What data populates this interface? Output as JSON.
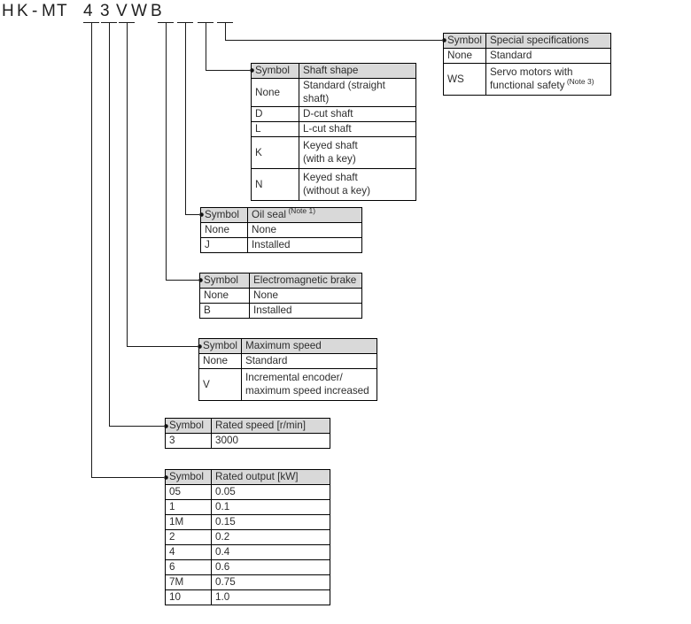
{
  "model_code": {
    "text": "HK-MT43VWB",
    "chars": [
      "H",
      "K",
      "-",
      "M",
      "T",
      "4",
      "3",
      "V",
      "W",
      "B"
    ]
  },
  "tables": {
    "special_specifications": {
      "header": [
        "Symbol",
        "Special specifications"
      ],
      "rows": [
        [
          "None",
          "Standard"
        ],
        [
          "WS",
          {
            "text": "Servo motors with\nfunctional safety",
            "note": "(Note 3)"
          }
        ]
      ]
    },
    "shaft_shape": {
      "header": [
        "Symbol",
        "Shaft shape"
      ],
      "rows": [
        [
          "None",
          "Standard (straight shaft)"
        ],
        [
          "D",
          "D-cut shaft"
        ],
        [
          "L",
          "L-cut shaft"
        ],
        [
          "K",
          "Keyed shaft\n(with a key)"
        ],
        [
          "N",
          "Keyed shaft\n(without a key)"
        ]
      ]
    },
    "oil_seal": {
      "header": [
        "Symbol",
        {
          "text": "Oil seal",
          "note": "(Note 1)"
        }
      ],
      "rows": [
        [
          "None",
          "None"
        ],
        [
          "J",
          "Installed"
        ]
      ]
    },
    "electromagnetic_brake": {
      "header": [
        "Symbol",
        "Electromagnetic brake"
      ],
      "rows": [
        [
          "None",
          "None"
        ],
        [
          "B",
          "Installed"
        ]
      ]
    },
    "maximum_speed": {
      "header": [
        "Symbol",
        "Maximum speed"
      ],
      "rows": [
        [
          "None",
          "Standard"
        ],
        [
          "V",
          "Incremental encoder/\nmaximum speed increased"
        ]
      ]
    },
    "rated_speed": {
      "header": [
        "Symbol",
        "Rated speed [r/min]"
      ],
      "rows": [
        [
          "3",
          "3000"
        ]
      ]
    },
    "rated_output": {
      "header": [
        "Symbol",
        "Rated output [kW]"
      ],
      "rows": [
        [
          "05",
          "0.05"
        ],
        [
          "1",
          "0.1"
        ],
        [
          "1M",
          "0.15"
        ],
        [
          "2",
          "0.2"
        ],
        [
          "4",
          "0.4"
        ],
        [
          "6",
          "0.6"
        ],
        [
          "7M",
          "0.75"
        ],
        [
          "10",
          "1.0"
        ]
      ]
    }
  },
  "colors": {
    "header_bg": "#d9d9d9",
    "table_border": "#000000",
    "text": "#2e2e2e",
    "connector_line": "#1a1a1a"
  }
}
